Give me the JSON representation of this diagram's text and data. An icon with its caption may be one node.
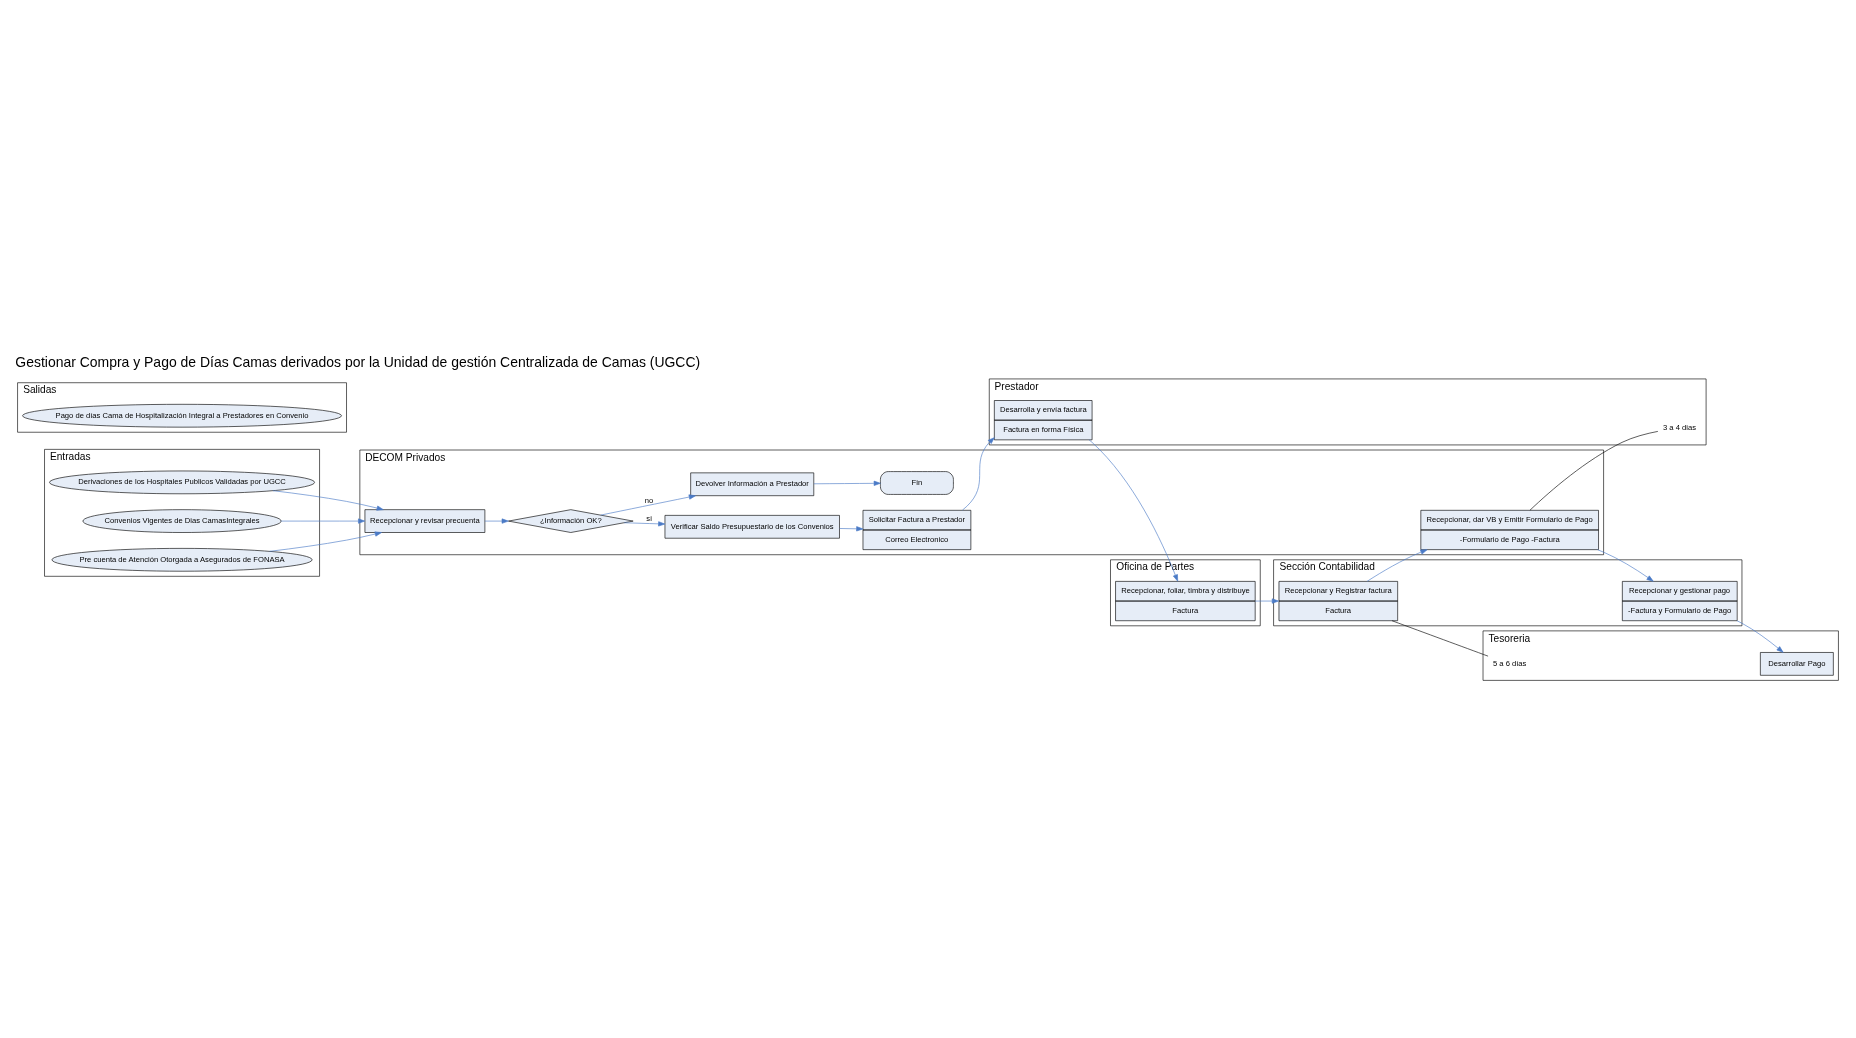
{
  "diagram": {
    "title": "Gestionar Compra y Pago de Días Camas derivados por la Unidad de gestión Centralizada de Camas (UGCC)",
    "nodes": [
      {
        "text": [
          "Entradas"
        ]
      },
      {
        "text": [
          "DECOM Privados"
        ]
      },
      {
        "text": [
          "Prestador"
        ]
      },
      {
        "text": [
          "Oficina de Partes"
        ]
      },
      {
        "text": [
          "Sección Contabilidad"
        ]
      },
      {
        "text": [
          "Tesoreria"
        ]
      },
      {
        "text": [
          "Salidas"
        ]
      },
      {
        "text": [
          "Derivaciones de los Hospitales Publicos Validadas por UGCC"
        ],
        "in": 0
      },
      {
        "text": [
          "Convenios Vigentes de Dias CamasIntegrales"
        ],
        "in": 0
      },
      {
        "text": [
          "Pre cuenta de Atención Otorgada a Asegurados de FONASA"
        ],
        "in": 0
      },
      {
        "text": [
          "Recepcionar y revisar precuenta"
        ],
        "in": 1
      },
      {
        "text": [
          "¿Información OK?"
        ],
        "in": 1
      },
      {
        "text": [
          "Verificar Saldo Presupuestario de los Convenios"
        ],
        "in": 1
      },
      {
        "text": [
          "Devolver Información a Prestador"
        ],
        "in": 1
      },
      {
        "text": [
          "Solicitar Factura a Prestador",
          "Correo Electronico"
        ],
        "in": 1
      },
      {
        "text": [
          "Fin"
        ],
        "in": 1
      },
      {
        "text": [
          "Recepcionar, dar VB y Emitir Formulario de Pago",
          "-Formulario de Pago -Factura"
        ],
        "in": 1
      },
      {
        "text": [
          "Desarrolla y envía factura",
          "Factura en forma Física"
        ],
        "in": 2
      },
      {
        "text": [
          "Recepcionar, foliar, timbra y distribuye",
          "Factura"
        ],
        "in": 3
      },
      {
        "text": [
          "Recepcionar y Registrar factura",
          "Factura"
        ],
        "in": 4
      },
      {
        "text": [
          "Recepcionar y gestionar pago",
          "-Factura y Formulario de Pago"
        ],
        "in": 4
      },
      {
        "text": [
          "Desarrollar Pago"
        ],
        "in": 5
      },
      {
        "text": [
          "Pago de días Cama de Hospitalización Integral a Prestadores en Convenio"
        ],
        "in": 6
      },
      {
        "text": [
          "5 a 6 días"
        ],
        "in": 5
      },
      {
        "text": [
          "3 a 4 dias"
        ],
        "in": 2
      }
    ],
    "edges": [
      {
        "from": 7,
        "to": 10,
        "arrow": "to"
      },
      {
        "from": 8,
        "to": 10,
        "arrow": "to"
      },
      {
        "from": 9,
        "to": 10,
        "arrow": "to"
      },
      {
        "from": 10,
        "to": 11,
        "arrow": "to"
      },
      {
        "from": 11,
        "to": 12,
        "arrow": "to",
        "label": "si"
      },
      {
        "from": 11,
        "to": 13,
        "arrow": "to",
        "label": "no"
      },
      {
        "from": 13,
        "to": 15,
        "arrow": "to"
      },
      {
        "from": 12,
        "to": 14,
        "arrow": "to"
      },
      {
        "from": 14,
        "to": 17,
        "arrow": "to"
      },
      {
        "from": 17,
        "to": 18,
        "arrow": "to"
      },
      {
        "from": 18,
        "to": 19,
        "arrow": "to"
      },
      {
        "from": 19,
        "to": 16,
        "arrow": "to"
      },
      {
        "from": 16,
        "to": 20,
        "arrow": "to"
      },
      {
        "from": 20,
        "to": 21,
        "arrow": "to"
      },
      {
        "from": 19,
        "to": 23,
        "arrow": "none",
        "color": "#000000"
      },
      {
        "from": 16,
        "to": 24,
        "arrow": "none",
        "color": "#000000"
      }
    ]
  }
}
